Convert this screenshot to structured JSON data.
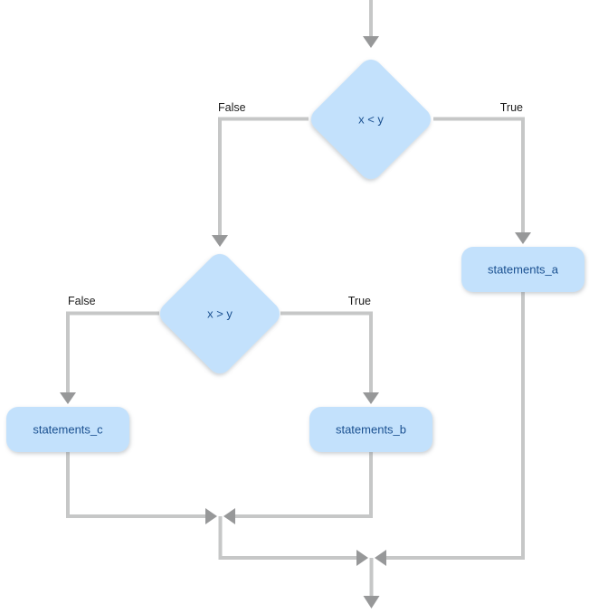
{
  "diagram": {
    "type": "flowchart",
    "description": "Nested if/else control-flow chart",
    "colors": {
      "node_fill": "#c3e1fc",
      "node_text": "#1b5191",
      "edge_line": "#c6c7c7",
      "arrowhead": "#979899",
      "edge_label_text": "#1c1c1c",
      "background": "#ffffff"
    },
    "nodes": [
      {
        "id": "decision_x_lt_y",
        "shape": "diamond",
        "label": "x < y"
      },
      {
        "id": "decision_x_gt_y",
        "shape": "diamond",
        "label": "x > y"
      },
      {
        "id": "statements_a",
        "shape": "rounded-rect",
        "label": "statements_a"
      },
      {
        "id": "statements_b",
        "shape": "rounded-rect",
        "label": "statements_b"
      },
      {
        "id": "statements_c",
        "shape": "rounded-rect",
        "label": "statements_c"
      }
    ],
    "edges": [
      {
        "from": "entry",
        "to": "decision_x_lt_y",
        "label": ""
      },
      {
        "from": "decision_x_lt_y",
        "to": "decision_x_gt_y",
        "label": "False"
      },
      {
        "from": "decision_x_lt_y",
        "to": "statements_a",
        "label": "True"
      },
      {
        "from": "decision_x_gt_y",
        "to": "statements_c",
        "label": "False"
      },
      {
        "from": "decision_x_gt_y",
        "to": "statements_b",
        "label": "True"
      },
      {
        "from": "statements_c",
        "to": "merge_1",
        "label": ""
      },
      {
        "from": "statements_b",
        "to": "merge_1",
        "label": ""
      },
      {
        "from": "merge_1",
        "to": "merge_2",
        "label": ""
      },
      {
        "from": "statements_a",
        "to": "merge_2",
        "label": ""
      },
      {
        "from": "merge_2",
        "to": "exit",
        "label": ""
      }
    ]
  }
}
